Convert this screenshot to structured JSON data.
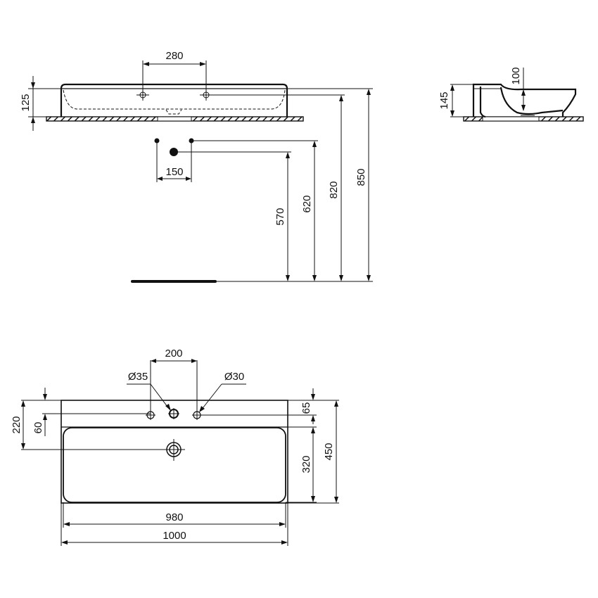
{
  "drawing": {
    "type": "technical-dimension-drawing",
    "subject": "wall-mounted washbasin",
    "units": "mm"
  },
  "front_view": {
    "labels": {
      "tap_hole_spacing": "280",
      "basin_height": "125",
      "bottom_hole_spacing": "150",
      "waste_height": "570",
      "supply_height": "620",
      "basin_bottom_height": "820",
      "basin_top_height": "850"
    }
  },
  "side_view": {
    "labels": {
      "bowl_depth": "100",
      "overall_height": "145"
    }
  },
  "top_view": {
    "labels": {
      "tap_spacing": "200",
      "left_hole_diameter": "Ø35",
      "right_hole_diameter": "Ø30",
      "drain_offset": "220",
      "tap_offset": "60",
      "rim_to_tap": "65",
      "bowl_depth": "320",
      "overall_depth": "450",
      "bowl_width": "980",
      "overall_width": "1000"
    }
  }
}
